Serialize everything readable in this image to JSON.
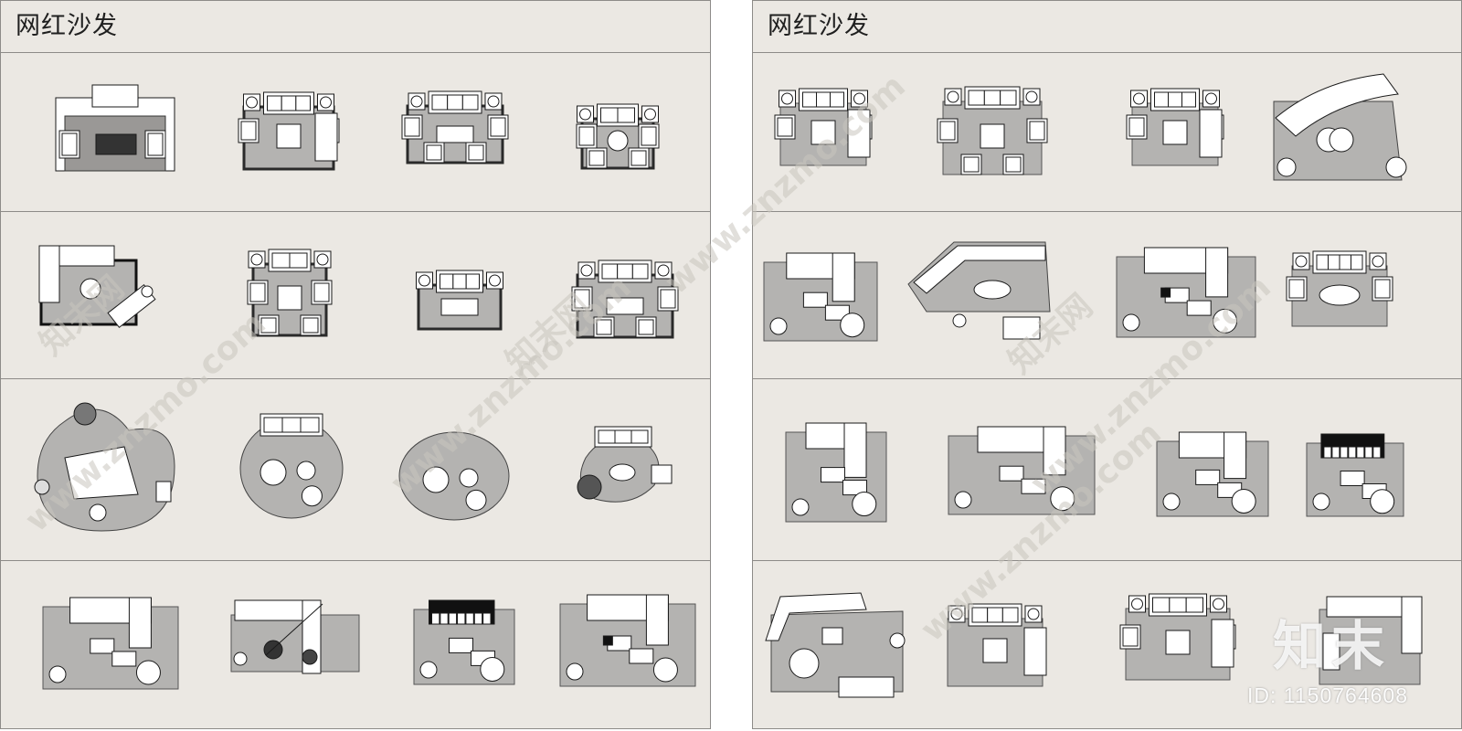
{
  "panels": {
    "left": {
      "title": "网红沙发"
    },
    "right": {
      "title": "网红沙发"
    }
  },
  "watermarks": {
    "site": "www.znzmo.com",
    "brand": "知末网",
    "logo": "知末",
    "id": "ID: 1150764608"
  },
  "colors": {
    "panel_bg": "#ebe8e3",
    "rug": "#b4b3b1",
    "rug_dark": "#2a2a2a",
    "furniture": "#ffffff",
    "line": "#1a1a1a"
  },
  "layout_grid": {
    "rows_per_panel": 4,
    "plans_per_row": 4,
    "plan_count": 32
  }
}
